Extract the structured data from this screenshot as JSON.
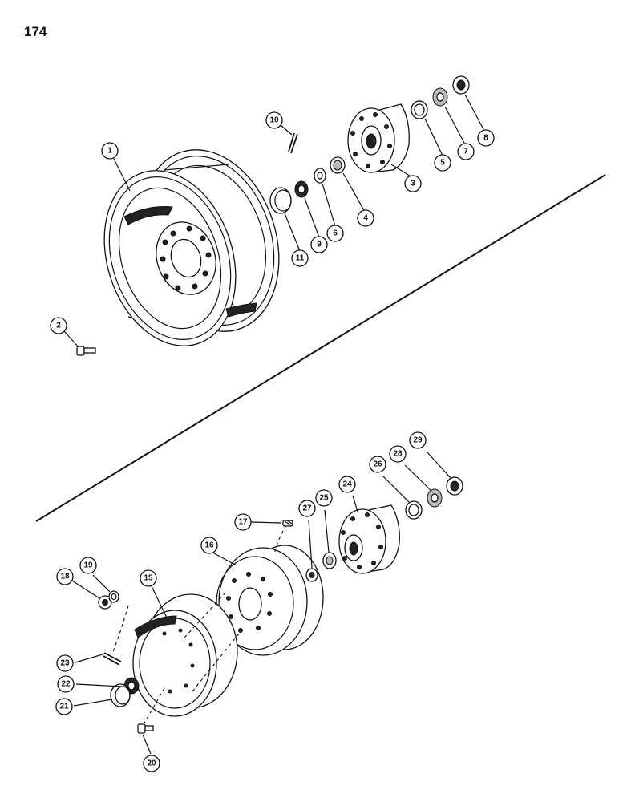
{
  "page": {
    "number": "174"
  },
  "callouts": {
    "c1": "1",
    "c2": "2",
    "c3": "3",
    "c4": "4",
    "c5": "5",
    "c6": "6",
    "c7": "7",
    "c8": "8",
    "c9": "9",
    "c10": "10",
    "c11": "11",
    "c15": "15",
    "c16": "16",
    "c17": "17",
    "c18": "18",
    "c19": "19",
    "c20": "20",
    "c21": "21",
    "c22": "22",
    "c23": "23",
    "c24": "24",
    "c25": "25",
    "c26": "26",
    "c27": "27",
    "c28": "28",
    "c29": "29"
  }
}
